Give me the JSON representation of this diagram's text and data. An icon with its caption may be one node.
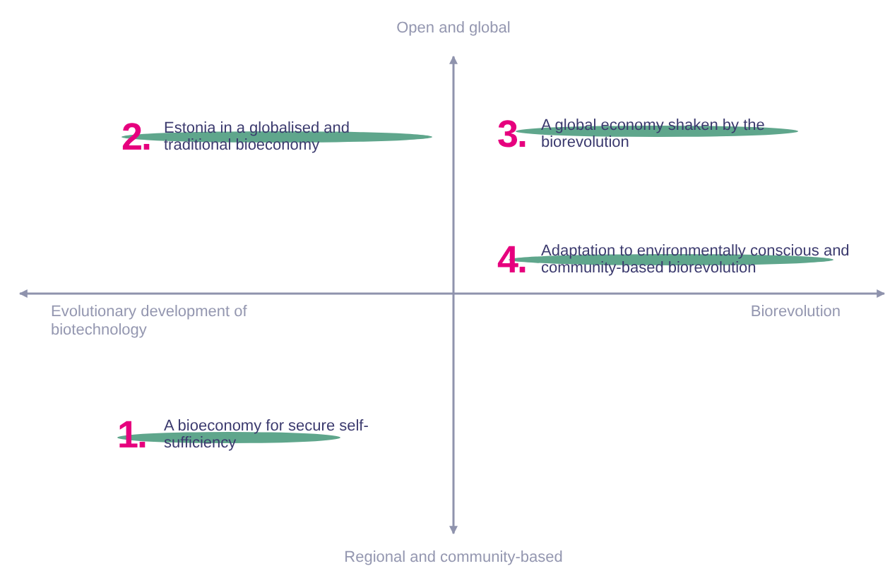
{
  "diagram": {
    "nodes": [
      {
        "text": [
          "2.",
          "Estonia in a globalised and traditional bioeconomy"
        ]
      },
      {
        "text": [
          "3.",
          "A global economy shaken by the biorevolution"
        ]
      },
      {
        "text": [
          "4.",
          "Adaptation to environmentally conscious and community-based biorevolution"
        ]
      },
      {
        "text": [
          "1.",
          "A bioeconomy for secure self-sufficiency"
        ]
      }
    ],
    "labels": [
      "Open and global",
      "Evolutionary development of biotechnology",
      "Biorevolution",
      "Regional and community-based"
    ]
  }
}
